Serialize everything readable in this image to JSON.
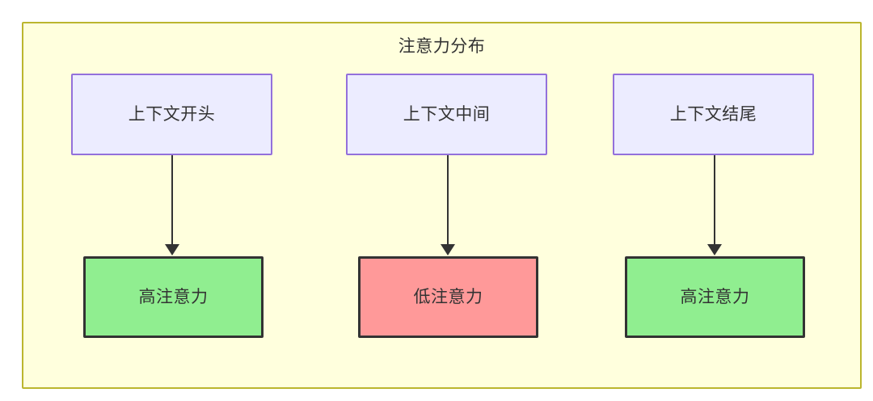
{
  "diagram": {
    "title": "注意力分布",
    "container": {
      "fill": "#ffffdd",
      "border": "#bbb62e"
    },
    "context_nodes": [
      {
        "label": "上下文开头",
        "fill": "#ececff",
        "border": "#9370db"
      },
      {
        "label": "上下文中间",
        "fill": "#ececff",
        "border": "#9370db"
      },
      {
        "label": "上下文结尾",
        "fill": "#ececff",
        "border": "#9370db"
      }
    ],
    "attention_nodes": [
      {
        "label": "高注意力",
        "fill": "#90ee90",
        "border": "#333333",
        "level": "high"
      },
      {
        "label": "低注意力",
        "fill": "#ff9999",
        "border": "#333333",
        "level": "low"
      },
      {
        "label": "高注意力",
        "fill": "#90ee90",
        "border": "#333333",
        "level": "high"
      }
    ],
    "edges": [
      {
        "from": "上下文开头",
        "to": "高注意力"
      },
      {
        "from": "上下文中间",
        "to": "低注意力"
      },
      {
        "from": "上下文结尾",
        "to": "高注意力"
      }
    ]
  }
}
